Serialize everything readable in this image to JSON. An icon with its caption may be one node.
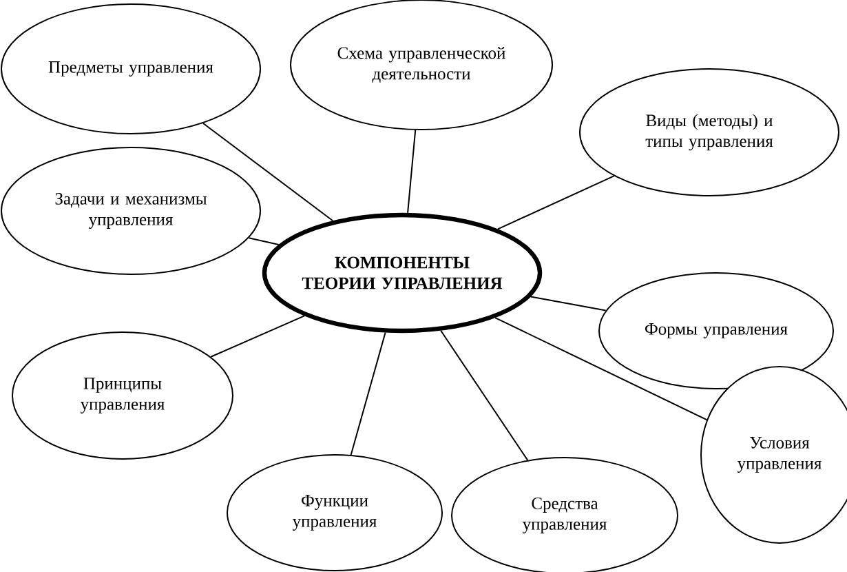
{
  "diagram": {
    "nodes": [
      {
        "text": [
          "КОМПОНЕНТЫ ТЕОРИИ УПРАВЛЕНИЯ"
        ]
      },
      {
        "text": [
          "Предметы управления"
        ]
      },
      {
        "text": [
          "Схема управленческой деятельности"
        ]
      },
      {
        "text": [
          "Виды (методы) и типы управления"
        ]
      },
      {
        "text": [
          "Задачи и механизмы управления"
        ]
      },
      {
        "text": [
          "Формы управления"
        ]
      },
      {
        "text": [
          "Принципы управления"
        ]
      },
      {
        "text": [
          "Функции управления"
        ]
      },
      {
        "text": [
          "Средства управления"
        ]
      },
      {
        "text": [
          "Условия управления"
        ]
      }
    ],
    "edges": [
      {
        "from": 0,
        "to": 1,
        "arrow": "none"
      },
      {
        "from": 0,
        "to": 2,
        "arrow": "none"
      },
      {
        "from": 0,
        "to": 3,
        "arrow": "none"
      },
      {
        "from": 0,
        "to": 4,
        "arrow": "none"
      },
      {
        "from": 0,
        "to": 5,
        "arrow": "none"
      },
      {
        "from": 0,
        "to": 6,
        "arrow": "none"
      },
      {
        "from": 0,
        "to": 7,
        "arrow": "none"
      },
      {
        "from": 0,
        "to": 8,
        "arrow": "none"
      },
      {
        "from": 0,
        "to": 9,
        "arrow": "none"
      }
    ]
  }
}
